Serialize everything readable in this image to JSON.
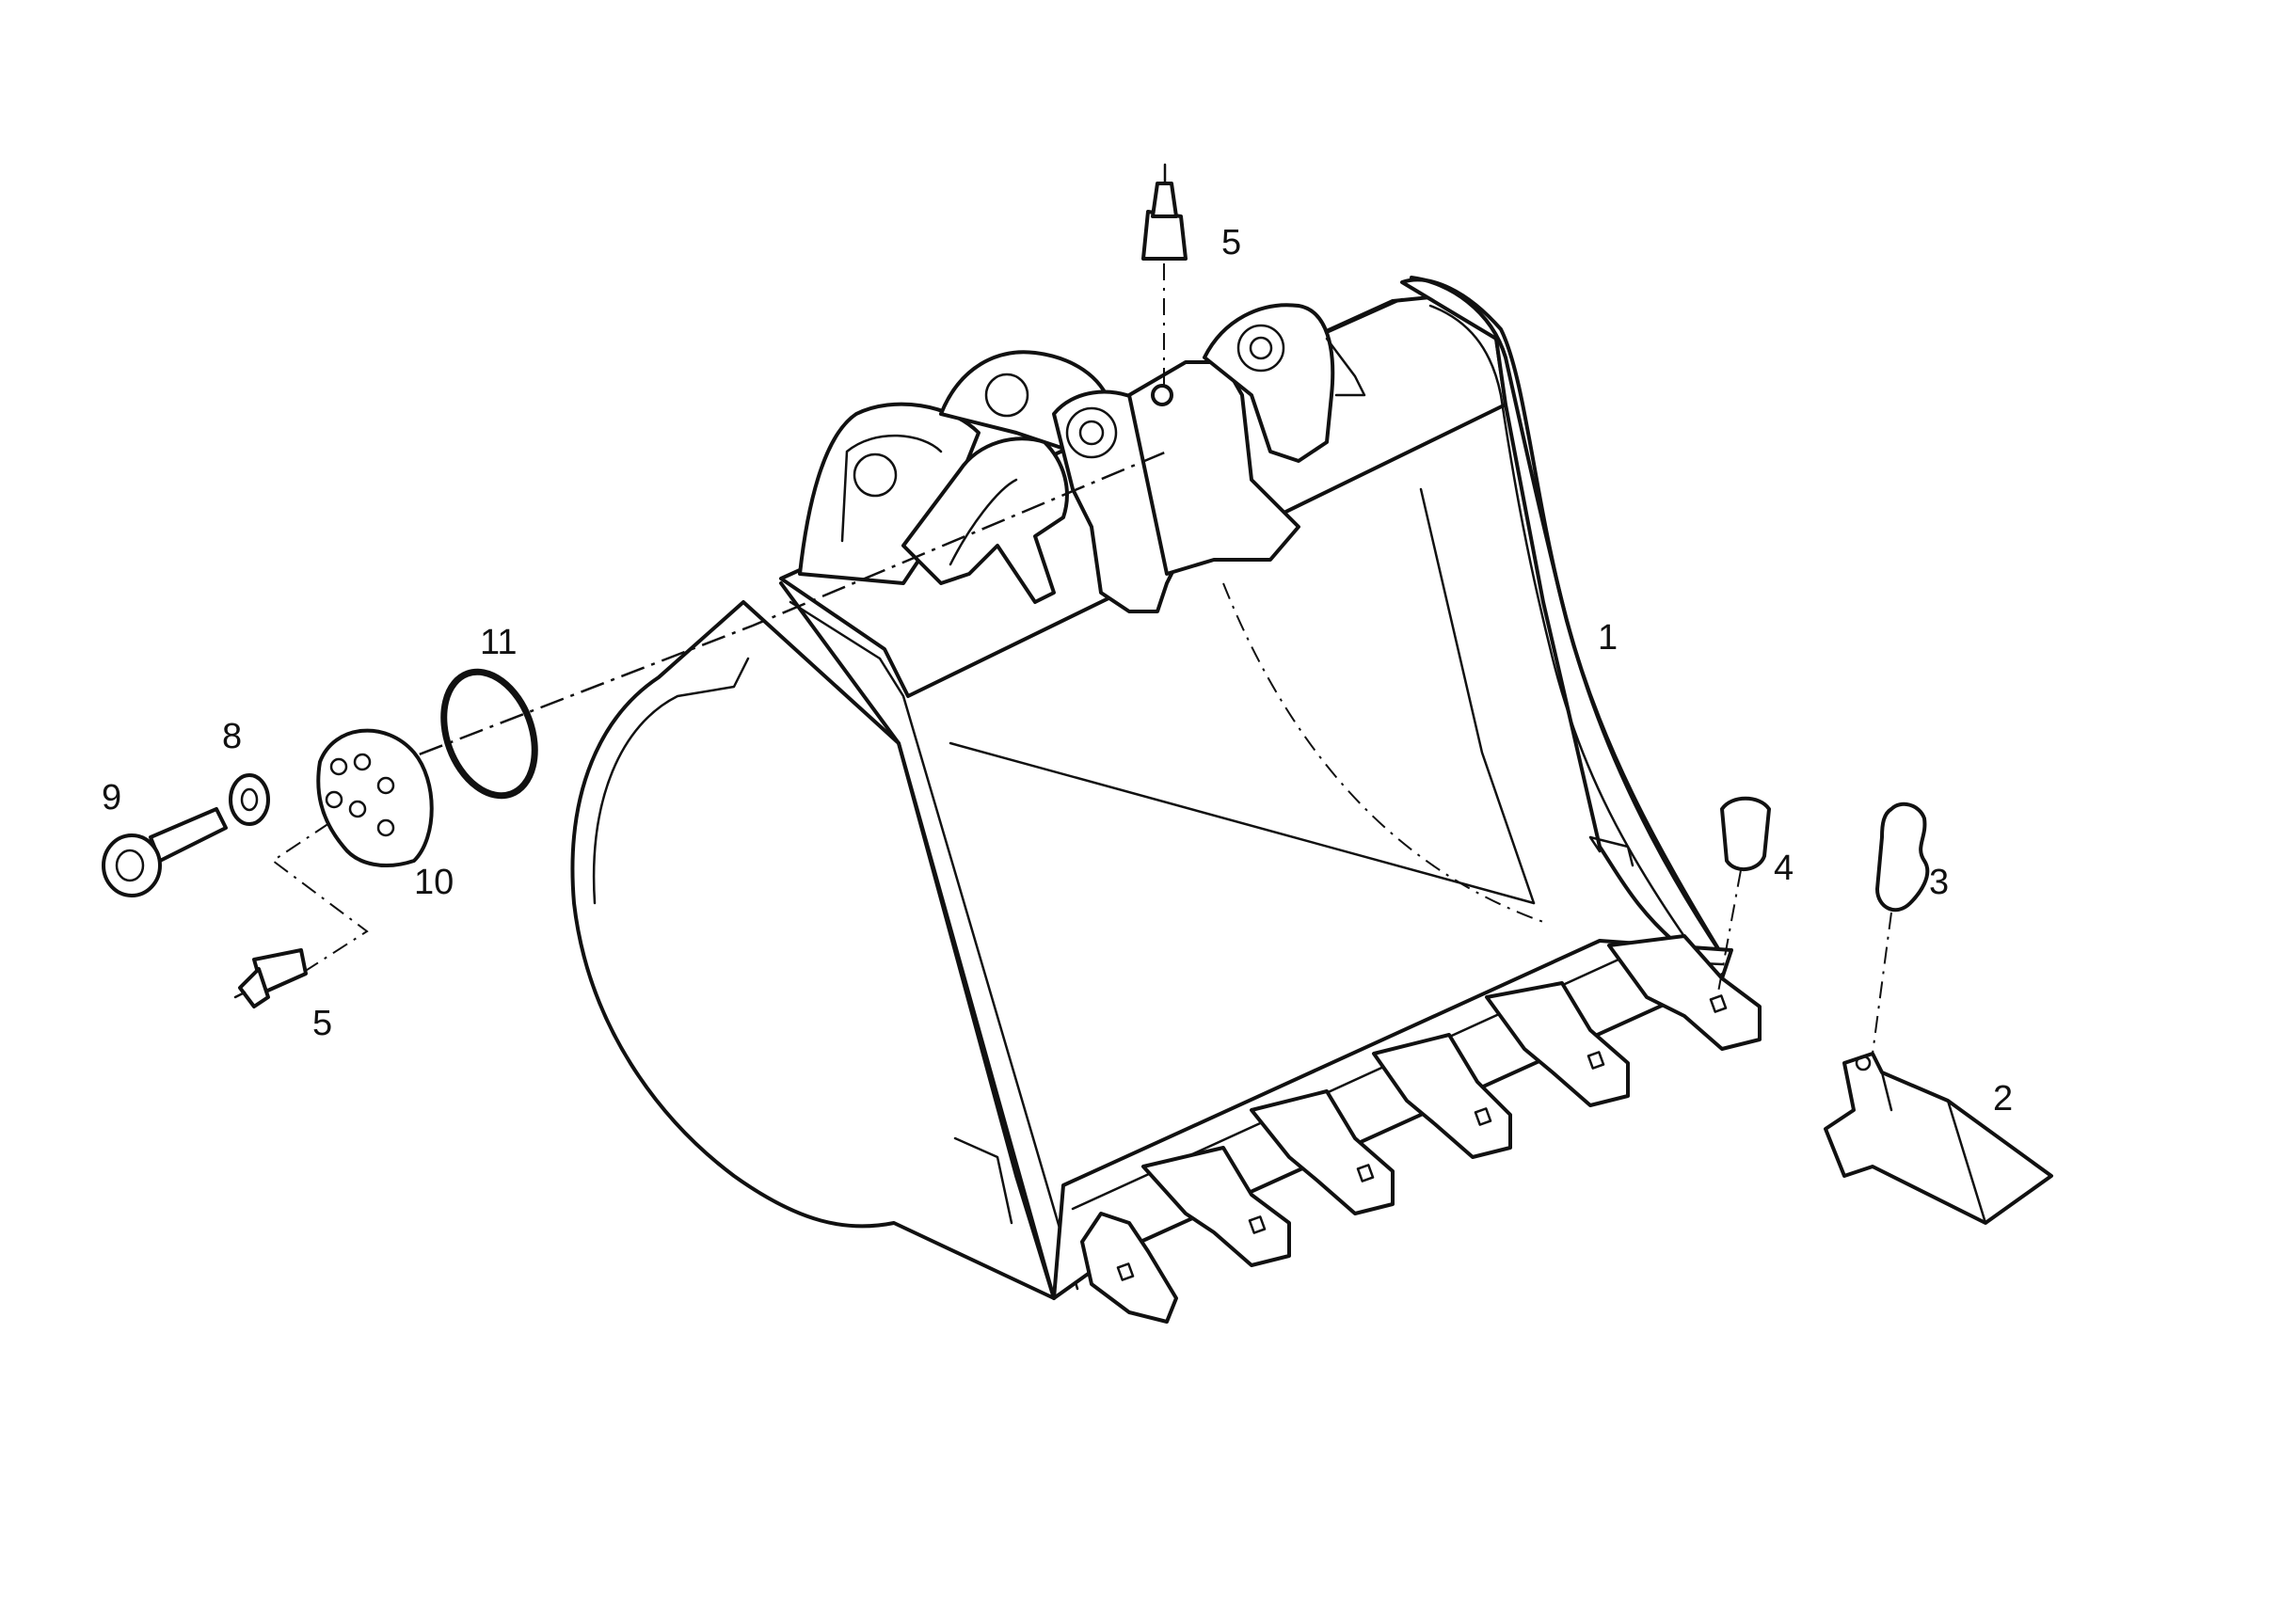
{
  "colors": {
    "line": "#111111",
    "background": "#ffffff"
  },
  "callouts": {
    "p1": "1",
    "p2": "2",
    "p3": "3",
    "p4": "4",
    "p5_top": "5",
    "p5_left": "5",
    "p8": "8",
    "p9": "9",
    "p10": "10",
    "p11": "11"
  }
}
